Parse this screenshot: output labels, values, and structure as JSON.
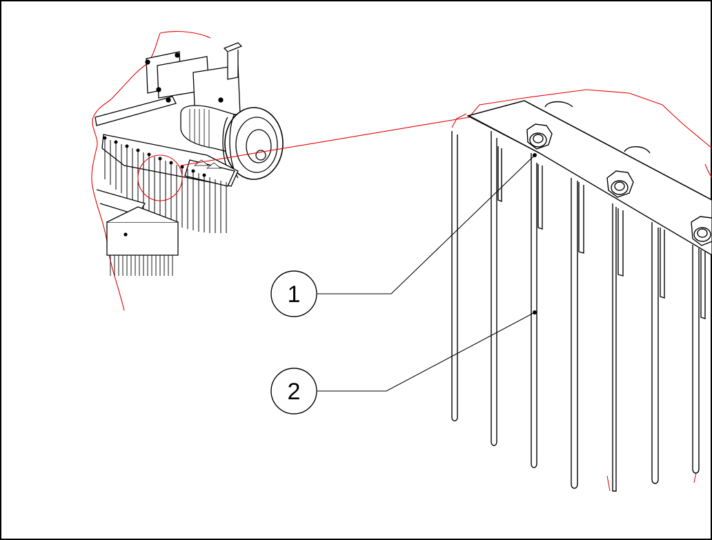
{
  "figure": {
    "colors": {
      "ink": "#000000",
      "detail_line": "#e00000",
      "background": "#ffffff"
    },
    "callouts": [
      {
        "label": "1",
        "target": "tine-mounting-nut"
      },
      {
        "label": "2",
        "target": "tine-rod"
      }
    ]
  }
}
